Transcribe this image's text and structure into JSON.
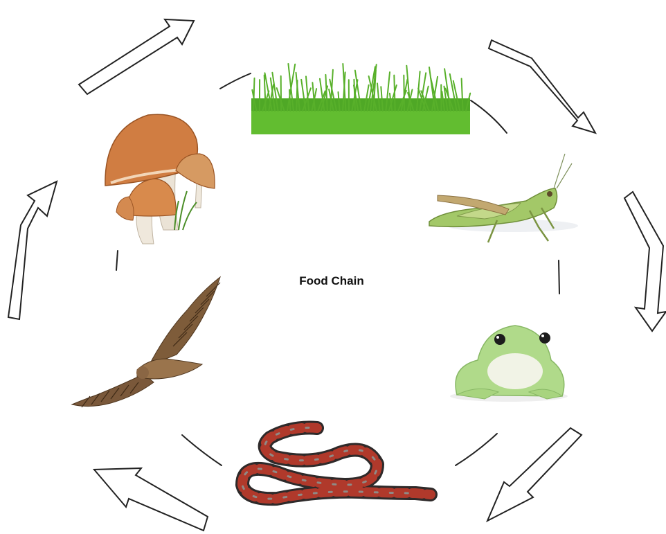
{
  "diagram": {
    "title": "Food Chain",
    "organisms": [
      {
        "id": "grass",
        "icon": "grass-icon"
      },
      {
        "id": "grasshopper",
        "icon": "grasshopper-icon"
      },
      {
        "id": "frog",
        "icon": "frog-icon"
      },
      {
        "id": "snake",
        "icon": "snake-icon"
      },
      {
        "id": "hawk",
        "icon": "hawk-icon"
      },
      {
        "id": "mushroom",
        "icon": "mushroom-icon"
      }
    ],
    "flow": [
      "grass",
      "grasshopper",
      "frog",
      "snake",
      "hawk",
      "mushroom",
      "grass"
    ]
  },
  "colors": {
    "grass": "#57b62a",
    "grasshopper": "#9cc65c",
    "frog": "#b4de8e",
    "snake_red": "#b23a2a",
    "snake_dark": "#3a3535",
    "hawk": "#7a5a3a",
    "mushroom_cap": "#cf7d42",
    "arrow_stroke": "#222222"
  }
}
